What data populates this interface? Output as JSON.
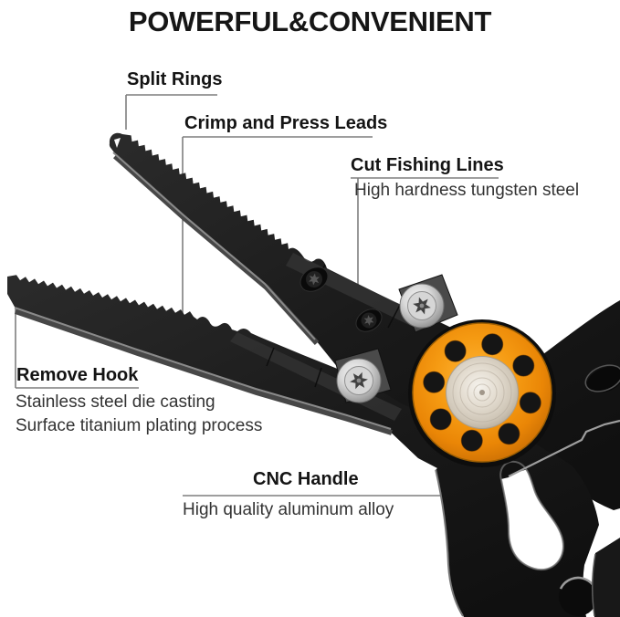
{
  "title": "POWERFUL&CONVENIENT",
  "callouts": {
    "split_rings": {
      "label": "Split Rings"
    },
    "crimp": {
      "label": "Crimp and Press Leads"
    },
    "cut_lines": {
      "label": "Cut Fishing Lines",
      "desc": "High hardness tungsten steel"
    },
    "remove_hook": {
      "label": "Remove Hook",
      "desc1": "Stainless steel die casting",
      "desc2": "Surface titanium plating process"
    },
    "cnc_handle": {
      "label": "CNC Handle",
      "desc": "High quality aluminum alloy"
    }
  },
  "product": {
    "item": "fishing-pliers-product-photo",
    "colors": {
      "pliers_body": "#1c1c1c",
      "pivot_orange": "#f2920d",
      "pivot_steel": "#d8d1c4",
      "screw_silver": "#cfcfcf",
      "callout_line": "#7e7e7e",
      "text": "#161616"
    }
  }
}
